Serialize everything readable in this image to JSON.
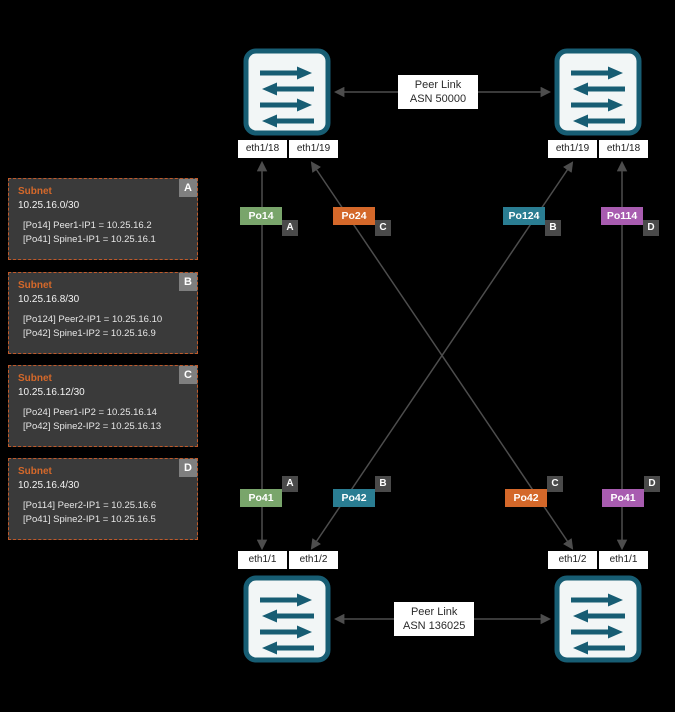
{
  "diagram": {
    "peer_links": {
      "top": {
        "line1": "Peer Link",
        "line2": "ASN 50000"
      },
      "bottom": {
        "line1": "Peer Link",
        "line2": "ASN 136025"
      }
    },
    "interfaces": {
      "top_left": [
        "eth1/18",
        "eth1/19"
      ],
      "top_right": [
        "eth1/19",
        "eth1/18"
      ],
      "bottom_left": [
        "eth1/1",
        "eth1/2"
      ],
      "bottom_right": [
        "eth1/2",
        "eth1/1"
      ]
    },
    "port_channels": {
      "top": [
        {
          "label": "Po14",
          "badge": "A",
          "color": "#79a56b"
        },
        {
          "label": "Po24",
          "badge": "C",
          "color": "#d4682a"
        },
        {
          "label": "Po124",
          "badge": "B",
          "color": "#2a7d92"
        },
        {
          "label": "Po114",
          "badge": "D",
          "color": "#a85cb0"
        }
      ],
      "bottom": [
        {
          "label": "Po41",
          "badge": "A",
          "color": "#79a56b"
        },
        {
          "label": "Po42",
          "badge": "B",
          "color": "#2a7d92"
        },
        {
          "label": "Po42",
          "badge": "C",
          "color": "#d4682a"
        },
        {
          "label": "Po41",
          "badge": "D",
          "color": "#a85cb0"
        }
      ]
    },
    "subnets": [
      {
        "title": "Subnet",
        "cidr": "10.25.16.0/30",
        "badge": "A",
        "entries": [
          "[Po14] Peer1-IP1 = 10.25.16.2",
          "[Po41] Spine1-IP1 = 10.25.16.1"
        ]
      },
      {
        "title": "Subnet",
        "cidr": "10.25.16.8/30",
        "badge": "B",
        "entries": [
          "[Po124] Peer2-IP1 = 10.25.16.10",
          "[Po42] Spine1-IP2 = 10.25.16.9"
        ]
      },
      {
        "title": "Subnet",
        "cidr": "10.25.16.12/30",
        "badge": "C",
        "entries": [
          "[Po24] Peer1-IP2 = 10.25.16.14",
          "[Po42] Spine2-IP2 = 10.25.16.13"
        ]
      },
      {
        "title": "Subnet",
        "cidr": "10.25.16.4/30",
        "badge": "D",
        "entries": [
          "[Po114] Peer2-IP1 = 10.25.16.6",
          "[Po41] Spine2-IP1 = 10.25.16.5"
        ]
      }
    ],
    "colors": {
      "background": "#000000",
      "switch_stroke": "#175d73",
      "switch_fill": "#f2f6f6",
      "wire": "#4d4d4d",
      "po_green": "#79a56b",
      "po_orange": "#d4682a",
      "po_teal": "#2a7d92",
      "po_purple": "#a85cb0",
      "link_badge_bg": "#4a4a4a",
      "subnet_border": "#c05a2a",
      "subnet_bg": "#3a3a3a",
      "subnet_title": "#d4682a",
      "subnet_badge_bg": "#7f7f7f"
    }
  }
}
